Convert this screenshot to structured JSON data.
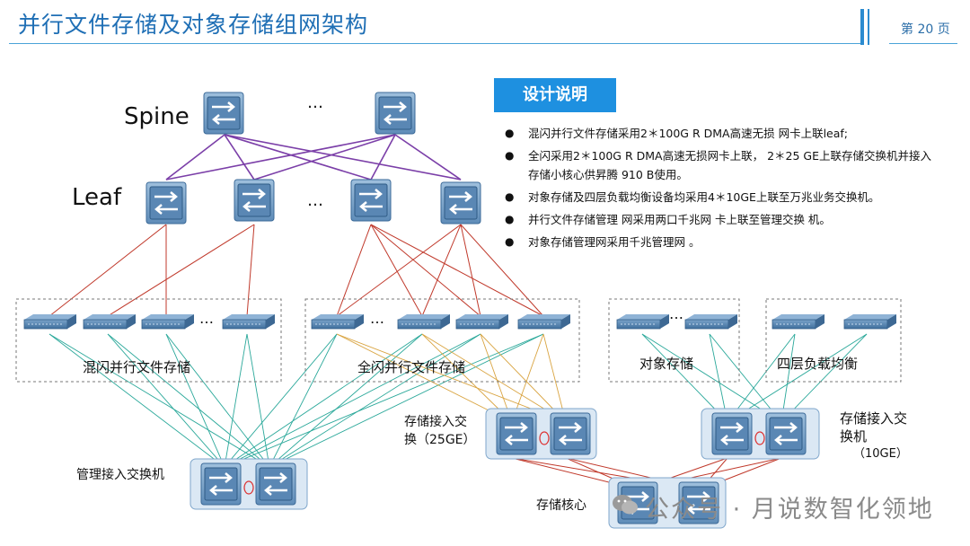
{
  "header": {
    "title": "并行文件存储及对象存储组网架构",
    "page_number": "第 20 页"
  },
  "design_notes": {
    "heading": "设计说明",
    "items": [
      "混闪并行文件存储采用2＊100G  R DMA高速无损 网卡上联leaf;",
      "全闪采用2＊100G  R DMA高速无损网卡上联， 2＊25 GE上联存储交换机并接入存储小核心供昇腾 910 B使用。",
      "对象存储及四层负载均衡设备均采用4＊10GE上联至万兆业务交换机。",
      "并行文件存储管理 网采用两口千兆网 卡上联至管理交换 机。",
      "对象存储管理网采用千兆管理网 。"
    ]
  },
  "diagram": {
    "spine_label": "Spine",
    "leaf_label": "Leaf",
    "ellipsis": "…",
    "groups": {
      "hybrid_flash": "混闪并行文件存储",
      "all_flash": "全闪并行文件存储",
      "object_storage": "对象存储",
      "l4_lb": "四层负载均衡"
    },
    "switches": {
      "storage_access_25ge": "存储接入交\n换（25GE）",
      "storage_access_10ge_line1": "存储接入交",
      "storage_access_10ge_line2": "换机",
      "storage_access_10ge_line3": "（10GE）",
      "mgmt_access": "管理接入交换机",
      "storage_core": "存储核心"
    },
    "colors": {
      "spine_leaf_link": "#7b3fa8",
      "leaf_server_link": "#c0392b",
      "mgmt_link": "#2aa89a",
      "access_25ge_link": "#d9a441",
      "switch_body": "#4f7fb0",
      "panel_fill": "#dbe8f4"
    }
  },
  "watermark": {
    "text": "公众号 · 月说数智化领地"
  }
}
